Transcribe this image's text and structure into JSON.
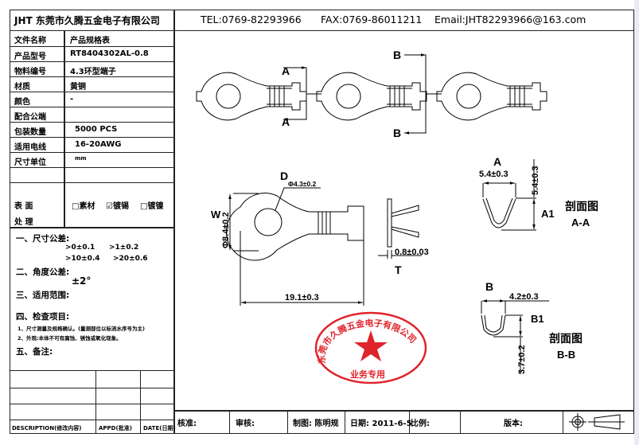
{
  "company_header": "JHT 东莞市久腾五金电子有限公司",
  "contact": {
    "tel": "TEL:0769-82293966",
    "fax": "FAX:0769-86011211",
    "email": "Email:JHT82293966@163.com"
  },
  "spec_table": [
    {
      "label": "文件名称",
      "value": "产品规格表"
    },
    {
      "label": "产品型号",
      "value": "RT8404302AL-0.8"
    },
    {
      "label": "物料编号",
      "value": "4.3环型端子"
    },
    {
      "label": "材质",
      "value": "黄铜"
    },
    {
      "label": "颜色",
      "value": "-"
    },
    {
      "label": "配合公端",
      "value": ""
    },
    {
      "label": "包装数量",
      "value": "5000 PCS"
    },
    {
      "label": "适用电线",
      "value": "16-20AWG"
    },
    {
      "label": "尺寸单位",
      "value": "mm"
    }
  ],
  "surface": {
    "label1": "表 面",
    "label2": "处 理",
    "opt1": "□素材",
    "opt2": "☑镀锡",
    "opt3": "□镀镍"
  },
  "notes": {
    "n1": "一、尺寸公差:",
    "t1": ">0±0.1",
    "t2": ">1±0.2",
    "t3": ">10±0.4",
    "t4": ">20±0.6",
    "n2": "二、角度公差:",
    "angle": "±2°",
    "n3": "三、适用范围:",
    "n4": "四、检查项目:",
    "c1": "1、尺寸测量及规格确认。(量测部位以标流水序号为主)",
    "c2": "2、外观:本体不可有腐蚀、锈蚀或氧化现象。",
    "n5": "五、备注:"
  },
  "revision": {
    "description": "DESCRIPTION(修改内容)",
    "appd": "APPD(批准)",
    "date": "DATE(日期)"
  },
  "title_block": {
    "approve": "核准:",
    "review": "审核:",
    "drawn": "制图: 陈明规",
    "date": "日期: 2011-6-5",
    "scale": "比例:",
    "version": "版本:"
  },
  "drawing": {
    "sec_a": "A",
    "sec_b": "B",
    "d": "D",
    "d_dim": "Φ4.3±0.2",
    "w": "W",
    "w_dim": "Φ8.4±0.2",
    "length": "19.1±0.3",
    "t": "T",
    "t_dim": "0.8±0.03",
    "a_width": "5.4±0.3",
    "a_height": "5.4±0.3",
    "a1": "A1",
    "a_title": "剖面图",
    "a_sub": "A-A",
    "b_width": "4.2±0.3",
    "b_height": "3.7±0.2",
    "b1": "B1",
    "b_title": "剖面图",
    "b_sub": "B-B"
  },
  "stamp": {
    "ring_text": "东莞市久腾五金电子有限公司",
    "bottom_text": "业务专用",
    "color": "#e0242c"
  }
}
